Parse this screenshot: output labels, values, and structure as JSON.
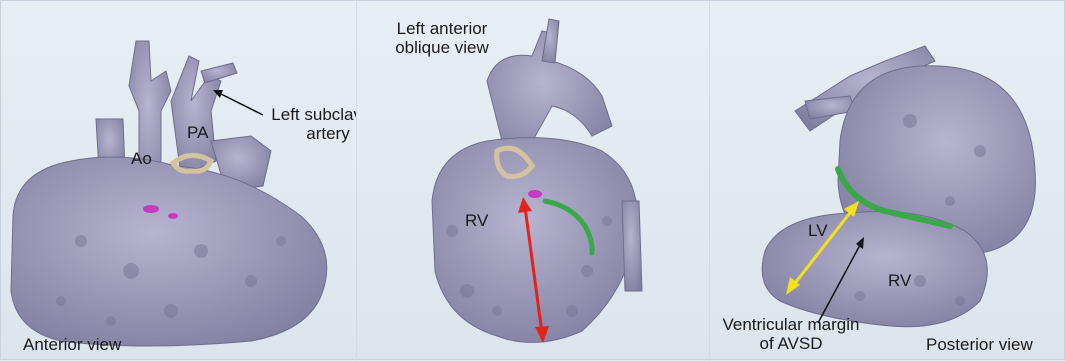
{
  "panels": [
    {
      "caption": "Anterior view",
      "labels": {
        "ao": "Ao",
        "pa": "PA",
        "lsa_line1": "Left subclavian",
        "lsa_line2": "artery"
      }
    },
    {
      "caption_line1": "Left anterior",
      "caption_line2": "oblique view",
      "labels": {
        "rv": "RV"
      }
    },
    {
      "caption": "Posterior view",
      "labels": {
        "lv": "LV",
        "rv": "RV",
        "margin_line1": "Ventricular margin",
        "margin_line2": "of AVSD"
      }
    }
  ],
  "colors": {
    "background": "#e4eaf1",
    "heart": "#9f9dbb",
    "heart_dark": "#6f6d8e",
    "valve_ring": "#d4c3a0",
    "pointer": "#111111",
    "red_arrow": "#e2231a",
    "yellow_arrow": "#f2e21d",
    "green_line": "#3aa84a",
    "magenta": "#c838c0"
  }
}
